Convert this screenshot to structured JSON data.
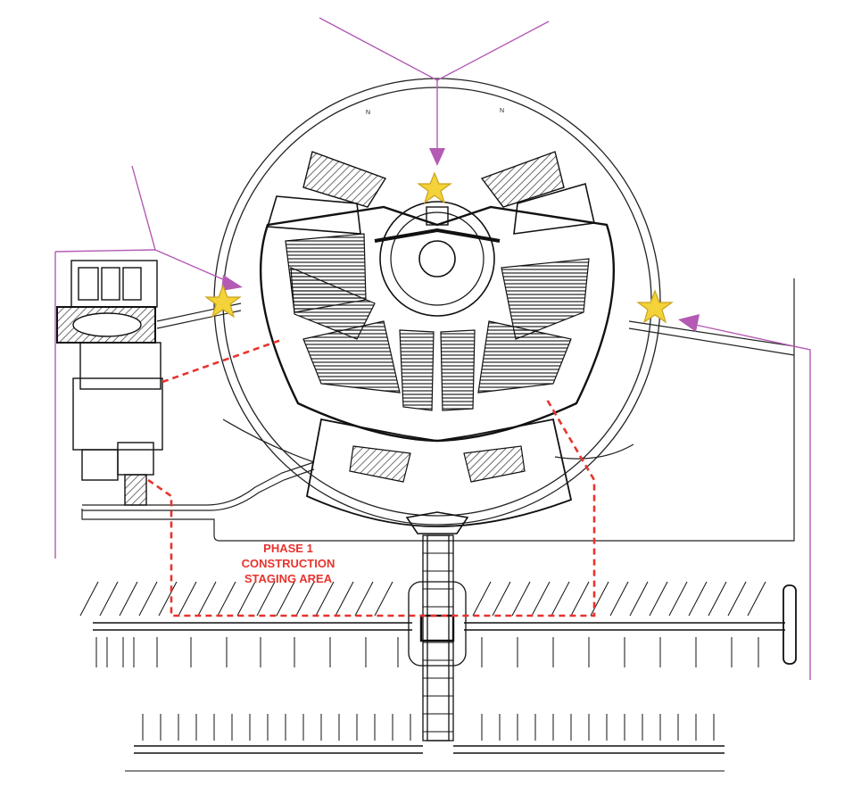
{
  "staging_area": {
    "line1": "PHASE 1",
    "line2": "CONSTRUCTION",
    "line3": "STAGING AREA"
  },
  "colors": {
    "linework": "#222222",
    "staging_boundary": "#e8332e",
    "callout_lines": "#b45ab4",
    "entrance_star": "#f3d23a",
    "star_outline": "#c9a21c"
  },
  "markers": {
    "entrance_count": 3,
    "icon": "star-icon"
  }
}
